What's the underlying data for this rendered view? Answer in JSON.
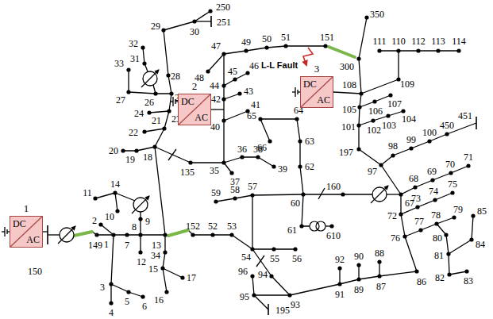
{
  "diagram": {
    "nodes": [
      {
        "text": [
          "1",
          "DC",
          "AC"
        ]
      },
      {
        "text": [
          "2",
          "DC",
          "AC"
        ]
      },
      {
        "text": [
          "3",
          "DC",
          "AC"
        ]
      }
    ],
    "labels": [
      "1",
      "2",
      "3",
      "4",
      "5",
      "6",
      "7",
      "8",
      "9",
      "10",
      "11",
      "12",
      "13",
      "14",
      "15",
      "16",
      "17",
      "18",
      "19",
      "20",
      "21",
      "22",
      "23",
      "24",
      "25",
      "26",
      "27",
      "28",
      "29",
      "30",
      "31",
      "32",
      "33",
      "34",
      "35",
      "36",
      "37",
      "38",
      "39",
      "40",
      "41",
      "42",
      "43",
      "44",
      "45",
      "46",
      "47",
      "48",
      "49",
      "50",
      "51",
      "52",
      "53",
      "54",
      "55",
      "56",
      "57",
      "58",
      "59",
      "60",
      "61",
      "62",
      "63",
      "64",
      "65",
      "66",
      "67",
      "68",
      "69",
      "70",
      "71",
      "72",
      "73",
      "74",
      "75",
      "76",
      "77",
      "78",
      "79",
      "80",
      "81",
      "82",
      "83",
      "84",
      "85",
      "86",
      "87",
      "88",
      "89",
      "90",
      "91",
      "92",
      "93",
      "94",
      "95",
      "96",
      "97",
      "98",
      "99",
      "100",
      "101",
      "102",
      "103",
      "104",
      "105",
      "106",
      "107",
      "108",
      "109",
      "110",
      "111",
      "112",
      "113",
      "114",
      "135",
      "149",
      "150",
      "151",
      "152",
      "160",
      "195",
      "197",
      "250",
      "251",
      "300",
      "350",
      "450",
      "451",
      "610",
      "L-L Fault"
    ]
  }
}
